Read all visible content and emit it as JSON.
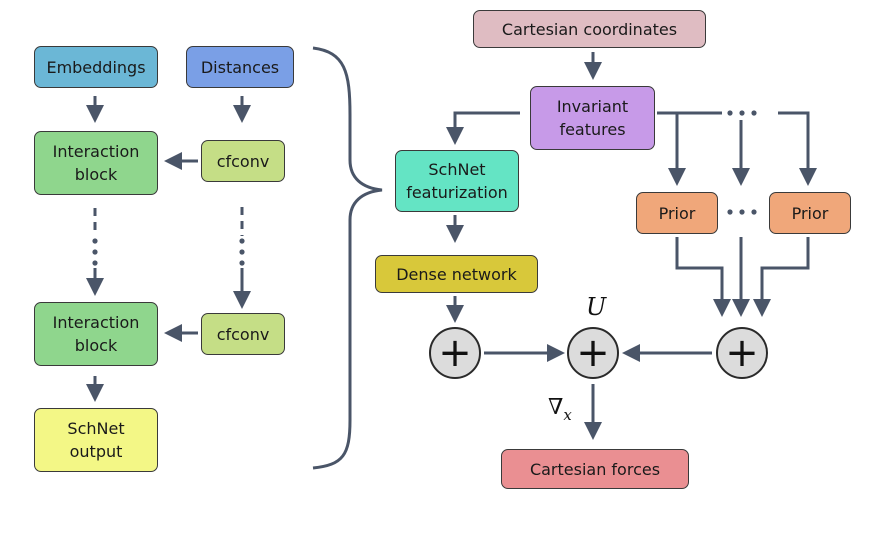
{
  "left": {
    "embeddings": "Embeddings",
    "distances": "Distances",
    "interaction_block_1": "Interaction\nblock",
    "cfconv_1": "cfconv",
    "interaction_block_2": "Interaction\nblock",
    "cfconv_2": "cfconv",
    "schnet_output": "SchNet\noutput"
  },
  "right": {
    "cartesian_coordinates": "Cartesian coordinates",
    "invariant_features": "Invariant\nfeatures",
    "schnet_featurization": "SchNet\nfeaturization",
    "dense_network": "Dense network",
    "prior_1": "Prior",
    "prior_2": "Prior",
    "cartesian_forces": "Cartesian forces",
    "plus_symbol": "+",
    "u_label": "U",
    "grad_symbol": "∇",
    "grad_subscript": "x"
  },
  "colors": {
    "embeddings": "#6bb7d6",
    "distances": "#7a9fe6",
    "interaction_block": "#8fd68d",
    "cfconv": "#c5de86",
    "schnet_output": "#f3f786",
    "cartesian_coordinates": "#dfbcc2",
    "invariant_features": "#c79ae8",
    "schnet_featurization": "#64e4c4",
    "dense_network": "#d8c83a",
    "prior": "#f0a77a",
    "cartesian_forces": "#ea8f92",
    "arrow": "#4a5568"
  }
}
